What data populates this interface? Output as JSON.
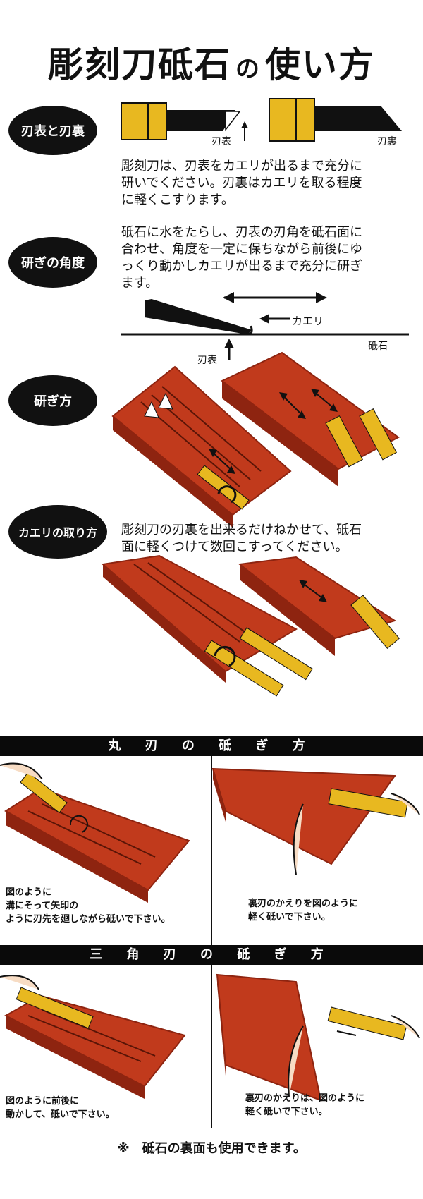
{
  "title": {
    "main": "彫刻刀砥石",
    "particle": "の",
    "rest": "使い方"
  },
  "sections": {
    "s1": {
      "label": "刃表と刃裏",
      "blade_face": "刃表",
      "blade_back": "刃裏",
      "text": [
        "彫刻刀は、刃表をカエリが出るまで充分に",
        "研いでください。刃裏はカエリを取る程度",
        "に軽くこすります。"
      ]
    },
    "s2": {
      "label": "研ぎの角度",
      "text": [
        "砥石に水をたらし、刃表の刃角を砥石面に",
        "合わせ、角度を一定に保ちながら前後にゆ",
        "っくり動かしカエリが出るまで充分に研ぎ",
        "ます。"
      ],
      "burr": "カエリ",
      "stone": "砥石",
      "blade_face": "刃表"
    },
    "s3": {
      "label": "研ぎ方"
    },
    "s4": {
      "label": "カエリの取り方",
      "text": [
        "彫刻刀の刃裏を出来るだけねかせて、砥石",
        "面に軽くつけて数回こすってください。"
      ]
    }
  },
  "round_blade": {
    "header": "丸 刃 の 砥 ぎ 方",
    "left_caption": [
      "図のように",
      "溝にそって矢印の",
      "ように刃先を廻しながら砥いで下さい。"
    ],
    "right_caption": [
      "裏刃のかえりを図のように",
      "軽く砥いで下さい。"
    ]
  },
  "triangle_blade": {
    "header": "三 角 刃 の 砥 ぎ 方",
    "left_caption": [
      "図のように前後に",
      "動かして、砥いで下さい。"
    ],
    "right_caption": [
      "裏刃のかえりは、図のように",
      "軽く砥いで下さい。"
    ]
  },
  "footer_note": "※　砥石の裏面も使用できます。",
  "colors": {
    "stone": "#c13a1c",
    "stone_dark": "#8e2410",
    "handle": "#e8b820",
    "ink": "#111111"
  }
}
